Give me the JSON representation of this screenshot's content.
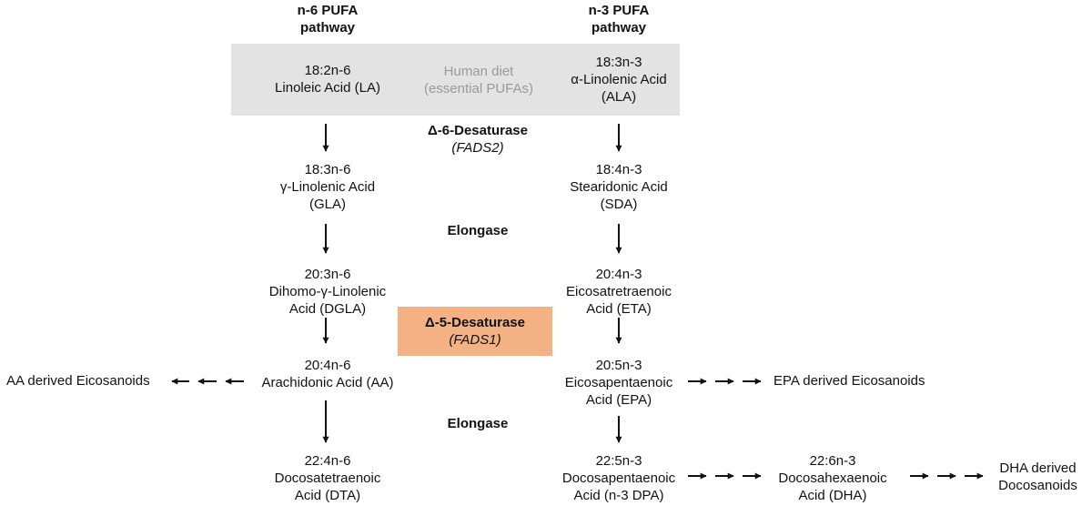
{
  "headers": {
    "n6": [
      "n-6 PUFA",
      "pathway"
    ],
    "n3": [
      "n-3 PUFA",
      "pathway"
    ]
  },
  "diet": {
    "label": [
      "Human diet",
      "(essential PUFAs)"
    ],
    "box_color": "#e4e3e3"
  },
  "n6": [
    [
      "18:2n-6",
      "Linoleic Acid (LA)"
    ],
    [
      "18:3n-6",
      "γ-Linolenic Acid",
      "(GLA)"
    ],
    [
      "20:3n-6",
      "Dihomo-γ-Linolenic",
      "Acid (DGLA)"
    ],
    [
      "20:4n-6",
      "Arachidonic Acid (AA)"
    ],
    [
      "22:4n-6",
      "Docosatetraenoic",
      "Acid (DTA)"
    ]
  ],
  "n3": [
    [
      "18:3n-3",
      "α-Linolenic Acid",
      "(ALA)"
    ],
    [
      "18:4n-3",
      "Stearidonic Acid",
      "(SDA)"
    ],
    [
      "20:4n-3",
      "Eicosatretraenoic",
      "Acid (ETA)"
    ],
    [
      "20:5n-3",
      "Eicosapentaenoic",
      "Acid (EPA)"
    ],
    [
      "22:5n-3",
      "Docosapentaenoic",
      "Acid (n-3 DPA)"
    ]
  ],
  "dha": [
    "22:6n-3",
    "Docosahexaenoic",
    "Acid (DHA)"
  ],
  "enzymes": {
    "d6": {
      "name": "Δ-6-Desaturase",
      "gene": "(FADS2)"
    },
    "elongase1": "Elongase",
    "d5": {
      "name": "Δ-5-Desaturase",
      "gene": "(FADS1)",
      "box_color": "#f4b183"
    },
    "elongase2": "Elongase"
  },
  "eicosanoids": {
    "aa": "AA derived Eicosanoids",
    "epa": "EPA derived Eicosanoids",
    "dha": [
      "DHA derived",
      "Docosanoids"
    ]
  }
}
